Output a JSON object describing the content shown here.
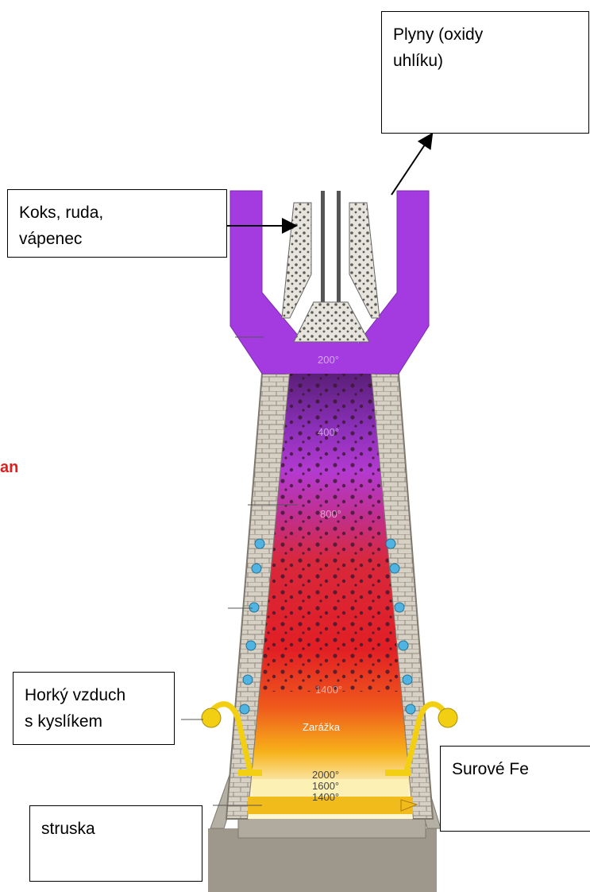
{
  "labels": {
    "gases": "Plyny (oxidy\nuhlíku)",
    "charge": "Koks, ruda,\nvápenec",
    "hot_air": "Horký vzduch\ns kyslíkem",
    "pig_iron": "Surové Fe",
    "slag": "struska"
  },
  "partial_text": "an",
  "temperatures": {
    "t200": "200°",
    "t400": "400°",
    "t800": "800°",
    "t1400_mid": "1400°",
    "zone": "Zarážka",
    "t2000": "2000°",
    "t1600": "1600°",
    "t1400_low": "1400°"
  },
  "colors": {
    "purple": "#a33be0",
    "violet": "#b13ed8",
    "red": "#e41c25",
    "orange": "#f26d14",
    "yellow": "#f4d411",
    "brick": "#c9c3b7",
    "frame": "#a8a298",
    "tuyere": "#4fb4e2",
    "label_red": "#e31e1e"
  }
}
